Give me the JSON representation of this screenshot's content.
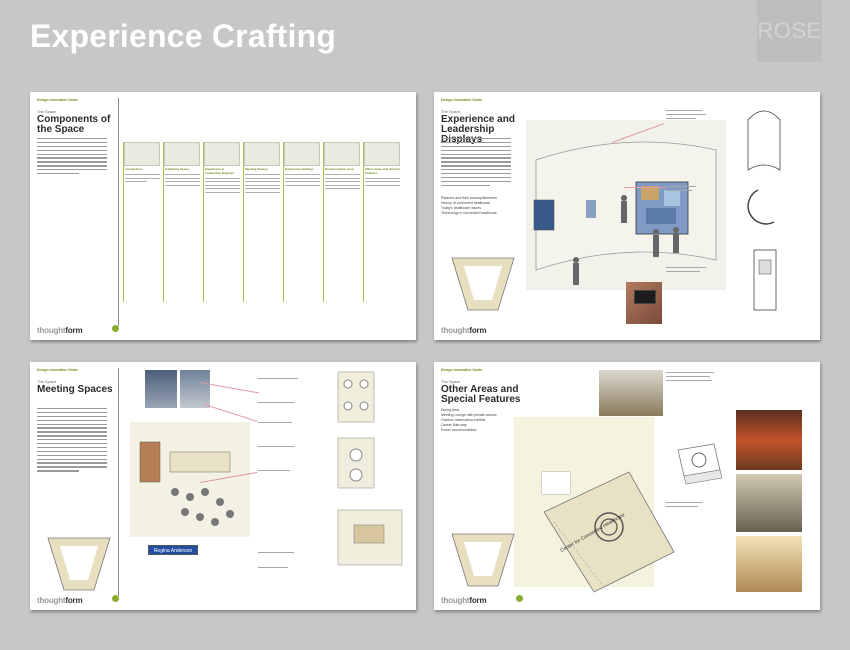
{
  "header": {
    "title": "Experience Crafting",
    "watermark": "ROSE"
  },
  "colors": {
    "background": "#c7c7c5",
    "accent": "#8aac2e",
    "page": "#ffffff"
  },
  "pages": [
    {
      "guide": "Design Innovation Guide",
      "section": "The Space",
      "heading": "Components of the Space",
      "logo_a": "thought",
      "logo_b": "form",
      "columns": [
        "Arrival Area",
        "Gathering Space",
        "Experience & Leadership Displays",
        "Meeting Spaces",
        "Experience Settings",
        "Demonstration Area",
        "Other Areas and Special Features"
      ]
    },
    {
      "guide": "Design Innovation Guide",
      "section": "The Space",
      "heading": "Experience and Leadership Displays",
      "logo_a": "thought",
      "logo_b": "form",
      "bullets": [
        "Partners and their accomplishments",
        "History of connected healthcare",
        "Today's healthcare issues",
        "Technology in connected healthcare"
      ]
    },
    {
      "guide": "Design Innovation Guide",
      "section": "The Space",
      "heading": "Meeting Spaces",
      "logo_a": "thought",
      "logo_b": "form",
      "nametag": "Regina Anderson"
    },
    {
      "guide": "Design Innovation Guide",
      "section": "The Space",
      "heading": "Other Areas and Special Features",
      "logo_a": "thought",
      "logo_b": "form",
      "bullets": [
        "Dining Area",
        "Meeting Lounge with private access",
        "Outdoor observation exhibits",
        "Career Bike way",
        "Power accommodation"
      ],
      "book_title": "Center for Connected Healthcare"
    }
  ]
}
